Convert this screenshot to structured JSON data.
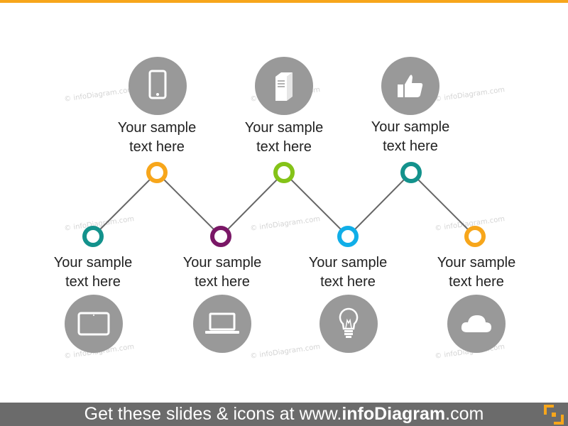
{
  "colors": {
    "accent": "#f7a61b",
    "icon_bg": "#999999",
    "line": "#666666",
    "footer_bg": "#6b6b6b"
  },
  "watermark": "© infoDiagram.com",
  "nodes": [
    {
      "color": "#13928c",
      "icon": "tablet-icon",
      "label_line1": "Your sample",
      "label_line2": "text here"
    },
    {
      "color": "#f7a61b",
      "icon": "smartphone-icon",
      "label_line1": "Your sample",
      "label_line2": "text here"
    },
    {
      "color": "#7a1766",
      "icon": "laptop-icon",
      "label_line1": "Your sample",
      "label_line2": "text here"
    },
    {
      "color": "#84c318",
      "icon": "server-icon",
      "label_line1": "Your sample",
      "label_line2": "text here"
    },
    {
      "color": "#10aee8",
      "icon": "lightbulb-icon",
      "label_line1": "Your sample",
      "label_line2": "text here"
    },
    {
      "color": "#13928c",
      "icon": "thumbs-up-icon",
      "label_line1": "Your sample",
      "label_line2": "text here"
    },
    {
      "color": "#f7a61b",
      "icon": "cloud-icon",
      "label_line1": "Your sample",
      "label_line2": "text here"
    }
  ],
  "footer": {
    "prefix": "Get these slides & icons at www.",
    "brand": "infoDiagram",
    "suffix": ".com"
  }
}
